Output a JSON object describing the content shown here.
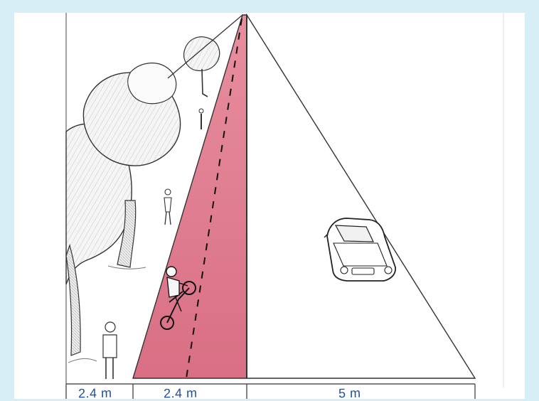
{
  "scale_labels": {
    "sidewalk": "2.4 m",
    "bike_lane": "2.4 m",
    "road": "5 m"
  },
  "colors": {
    "background": "#d6eef6",
    "paper": "#ffffff",
    "bike_lane": "#db7b8e",
    "ink": "#1f4f9d"
  }
}
